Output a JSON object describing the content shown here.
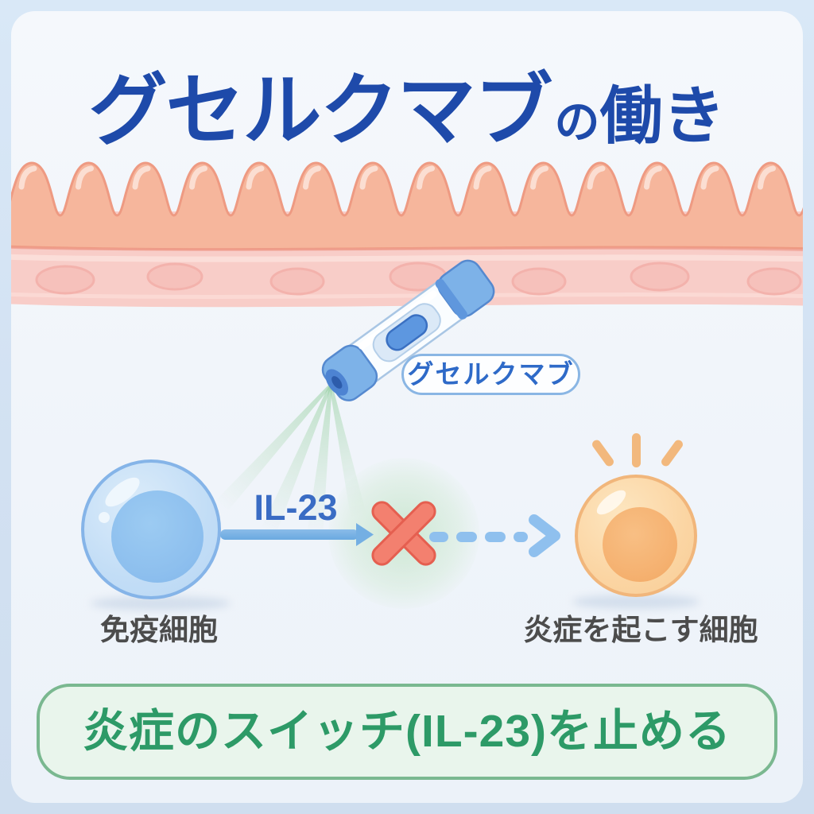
{
  "title": {
    "drug": "グセルクマブ",
    "particle": "の",
    "action": "働き"
  },
  "injector": {
    "label": "グセルクマブ"
  },
  "pathway": {
    "source_cell_label": "免疫細胞",
    "cytokine_label": "IL-23",
    "target_cell_label": "炎症を起こす細胞"
  },
  "banner": {
    "text": "炎症のスイッチ(IL-23)を止める"
  },
  "colors": {
    "title_blue": "#1e4aaa",
    "pen_label_blue": "#2e6ac8",
    "cytokine_blue": "#3a6cc4",
    "signal_line_blue": "#74afe3",
    "dashed_arrow_blue": "#8fc0ee",
    "block_x_red": "#f3806f",
    "banner_green": "#2d9a67",
    "banner_border_green": "#7ab890",
    "banner_bg_green": "#e9f5ec",
    "mucosa_villi_salmon": "#f6b69c",
    "mucosa_layer_pink": "#f8cdc8",
    "immune_cell_blue": "#8dbfee",
    "inflammatory_cell_orange": "#f5b170",
    "label_gray": "#4c4c4c",
    "card_bg": "#f1f5fa",
    "outer_bg": "#d2e1f2"
  }
}
